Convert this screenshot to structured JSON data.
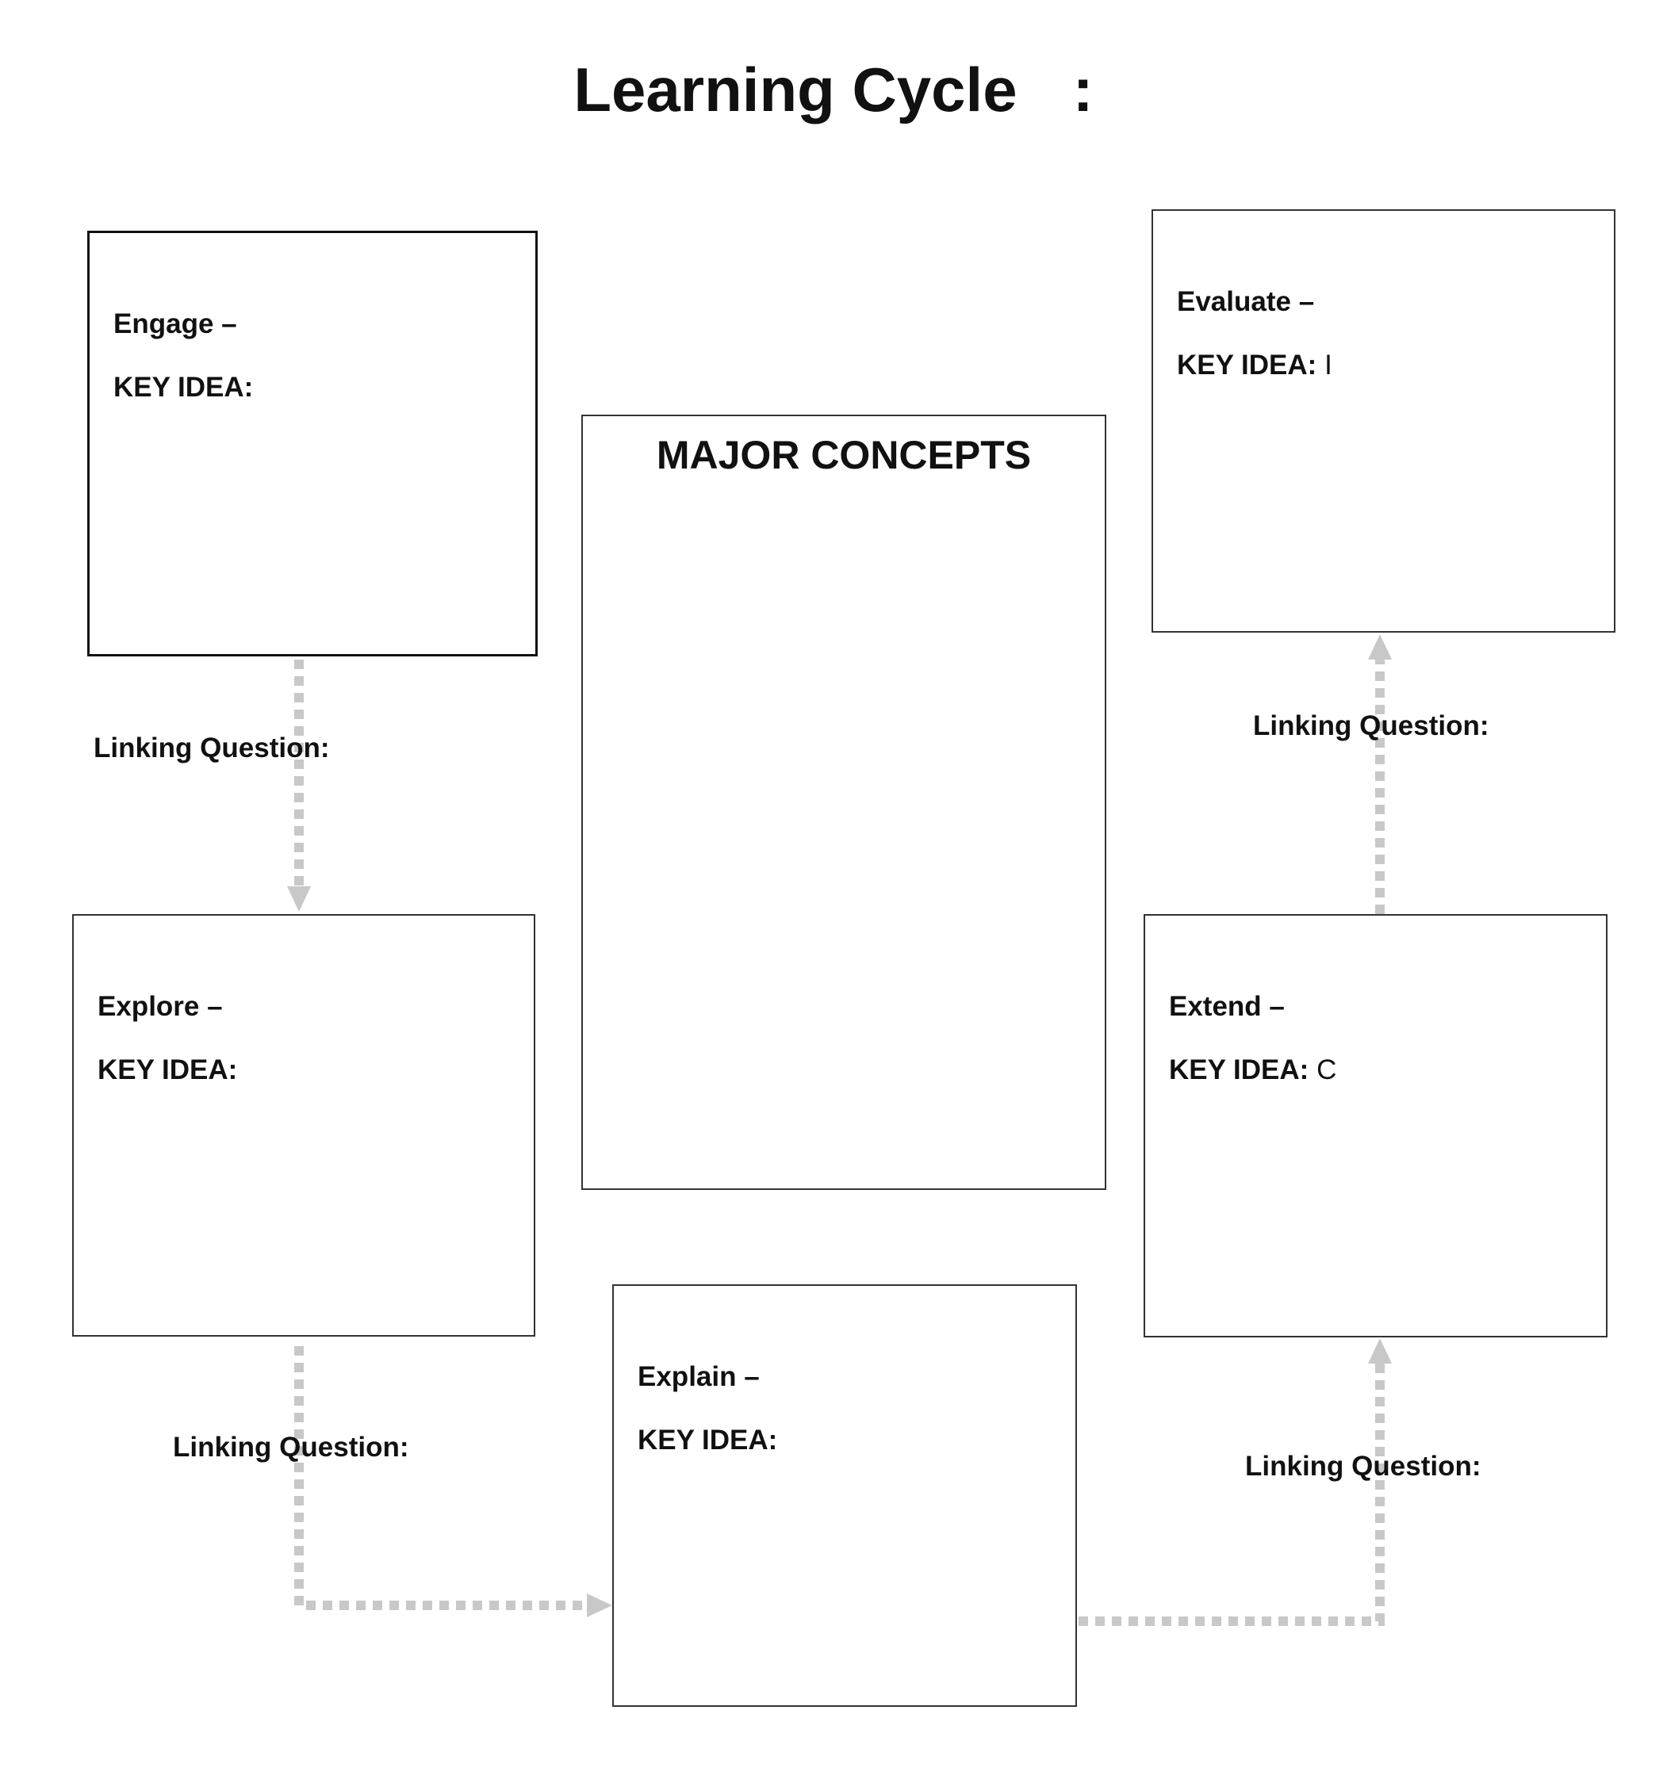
{
  "title": {
    "text": "Learning Cycle",
    "colon": ":"
  },
  "major_concepts": {
    "heading": "MAJOR CONCEPTS"
  },
  "stages": {
    "engage": {
      "label": "Engage –",
      "key_idea_label": "KEY IDEA:",
      "key_idea_value": ""
    },
    "explore": {
      "label": "Explore –",
      "key_idea_label": "KEY IDEA:",
      "key_idea_value": ""
    },
    "explain": {
      "label": "Explain –",
      "key_idea_label": "KEY IDEA:",
      "key_idea_value": ""
    },
    "extend": {
      "label": "Extend –",
      "key_idea_label": "KEY IDEA:",
      "key_idea_value": "C"
    },
    "evaluate": {
      "label": "Evaluate –",
      "key_idea_label": "KEY IDEA:",
      "key_idea_value": "I"
    }
  },
  "linking_questions": {
    "engage_to_explore": "Linking Question:",
    "explore_to_explain": "Linking Question:",
    "explain_to_extend": "Linking Question:",
    "extend_to_evaluate": "Linking Question:"
  },
  "colors": {
    "connector": "#c8c8c8",
    "box_border": "#333333"
  }
}
